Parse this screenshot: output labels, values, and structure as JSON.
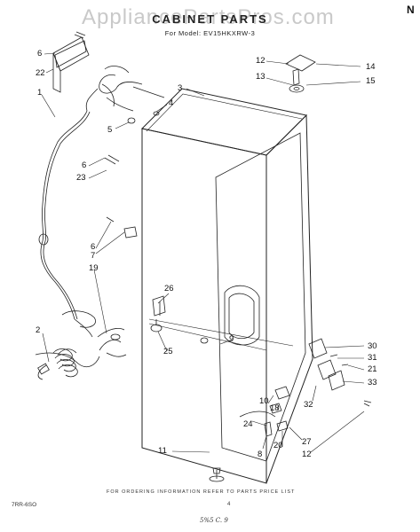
{
  "watermark": "AppliancePartsPros.com",
  "corner_mark": "N",
  "title": "CABINET PARTS",
  "model_line": "For Model: EV15HKXRW-3",
  "callouts": [
    "6",
    "22",
    "1",
    "3",
    "4",
    "5",
    "6",
    "23",
    "6",
    "7",
    "19",
    "2",
    "26",
    "25",
    "9",
    "12",
    "13",
    "14",
    "15",
    "30",
    "31",
    "21",
    "33",
    "32",
    "10",
    "18",
    "24",
    "8",
    "20",
    "27",
    "12",
    "11"
  ],
  "footer": "FOR ORDERING INFORMATION REFER TO PARTS PRICE LIST",
  "doc_id": "7RR-6SO",
  "page_number": "4",
  "handwritten_note": "5%5 C. 9"
}
